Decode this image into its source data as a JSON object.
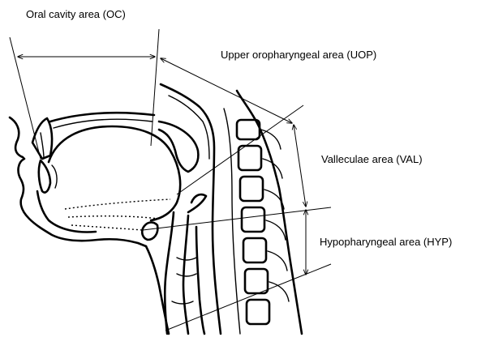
{
  "diagram": {
    "labels": {
      "oc": "Oral cavity area (OC)",
      "uop": "Upper oropharyngeal area (UOP)",
      "val": "Valleculae area (VAL)",
      "hyp": "Hypopharyngeal area (HYP)"
    }
  }
}
